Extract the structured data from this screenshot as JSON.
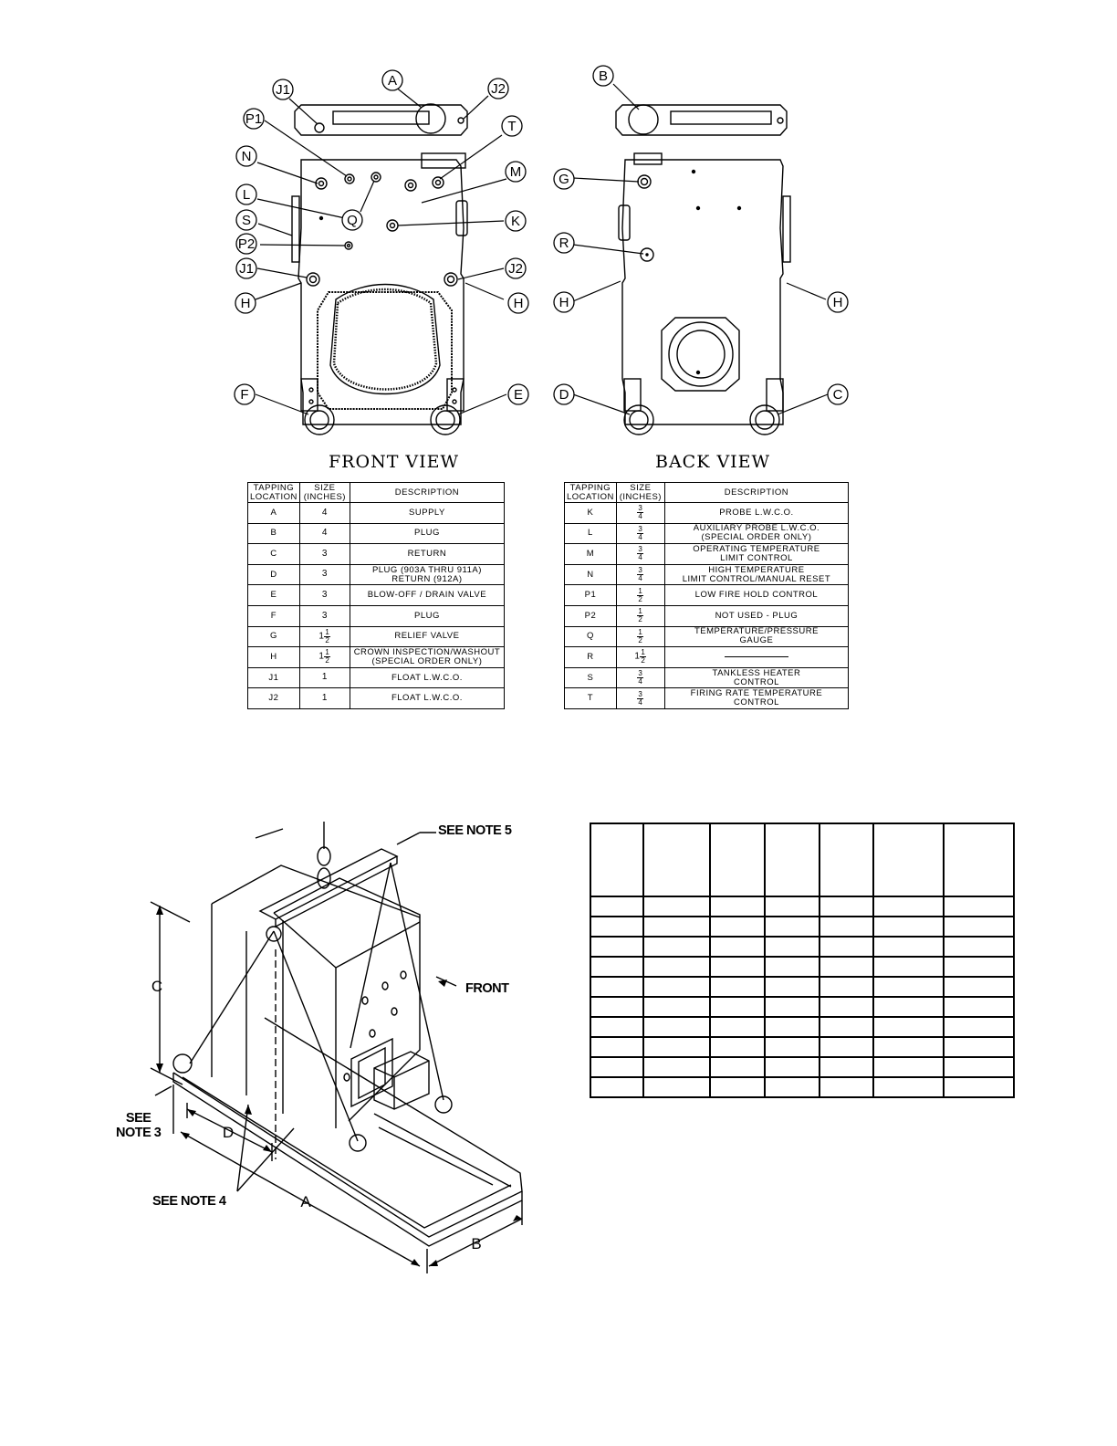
{
  "views": {
    "front_title": "FRONT VIEW",
    "back_title": "BACK VIEW"
  },
  "front_labels": {
    "A": "A",
    "J1": "J1",
    "J2": "J2",
    "P1": "P1",
    "T": "T",
    "N": "N",
    "M": "M",
    "L": "L",
    "Q": "Q",
    "K": "K",
    "S": "S",
    "P2": "P2",
    "H": "H",
    "F": "F",
    "E": "E"
  },
  "back_labels": {
    "B": "B",
    "G": "G",
    "R": "R",
    "H": "H",
    "D": "D",
    "C": "C"
  },
  "table_headers": {
    "location": "TAPPING\nLOCATION",
    "size": "SIZE\n(INCHES)",
    "description": "DESCRIPTION"
  },
  "table_left": [
    {
      "loc": "A",
      "size": "4",
      "desc": "SUPPLY"
    },
    {
      "loc": "B",
      "size": "4",
      "desc": "PLUG"
    },
    {
      "loc": "C",
      "size": "3",
      "desc": "RETURN"
    },
    {
      "loc": "D",
      "size": "3",
      "desc": "PLUG (903A THRU 911A)\nRETURN (912A)"
    },
    {
      "loc": "E",
      "size": "3",
      "desc": "BLOW-OFF / DRAIN VALVE"
    },
    {
      "loc": "F",
      "size": "3",
      "desc": "PLUG"
    },
    {
      "loc": "G",
      "size": "1 1/2",
      "desc": "RELIEF VALVE"
    },
    {
      "loc": "H",
      "size": "1 1/2",
      "desc": "CROWN INSPECTION/WASHOUT\n(SPECIAL ORDER ONLY)"
    },
    {
      "loc": "J1",
      "size": "1",
      "desc": "FLOAT L.W.C.O."
    },
    {
      "loc": "J2",
      "size": "1",
      "desc": "FLOAT L.W.C.O."
    }
  ],
  "table_right": [
    {
      "loc": "K",
      "size": "3/4",
      "desc": "PROBE L.W.C.O."
    },
    {
      "loc": "L",
      "size": "3/4",
      "desc": "AUXILIARY PROBE L.W.C.O.\n(SPECIAL ORDER ONLY)"
    },
    {
      "loc": "M",
      "size": "3/4",
      "desc": "OPERATING TEMPERATURE\nLIMIT CONTROL"
    },
    {
      "loc": "N",
      "size": "3/4",
      "desc": "HIGH TEMPERATURE\nLIMIT CONTROL/MANUAL RESET"
    },
    {
      "loc": "P1",
      "size": "1/2",
      "desc": "LOW FIRE HOLD CONTROL"
    },
    {
      "loc": "P2",
      "size": "1/2",
      "desc": "NOT USED - PLUG"
    },
    {
      "loc": "Q",
      "size": "1/2",
      "desc": "TEMPERATURE/PRESSURE\nGAUGE"
    },
    {
      "loc": "R",
      "size": "1 1/2",
      "desc": ""
    },
    {
      "loc": "S",
      "size": "3/4",
      "desc": "TANKLESS HEATER\nCONTROL"
    },
    {
      "loc": "T",
      "size": "3/4",
      "desc": "FIRING RATE TEMPERATURE CONTROL"
    }
  ],
  "rigging": {
    "see_note_5": "SEE NOTE 5",
    "see_note_3": "SEE\nNOTE 3",
    "see_note_4": "SEE NOTE 4",
    "front": "FRONT",
    "dim_a": "A",
    "dim_b": "B",
    "dim_c": "C",
    "dim_d": "D"
  },
  "dims_table": {
    "columns": 7,
    "data_rows": 10
  }
}
